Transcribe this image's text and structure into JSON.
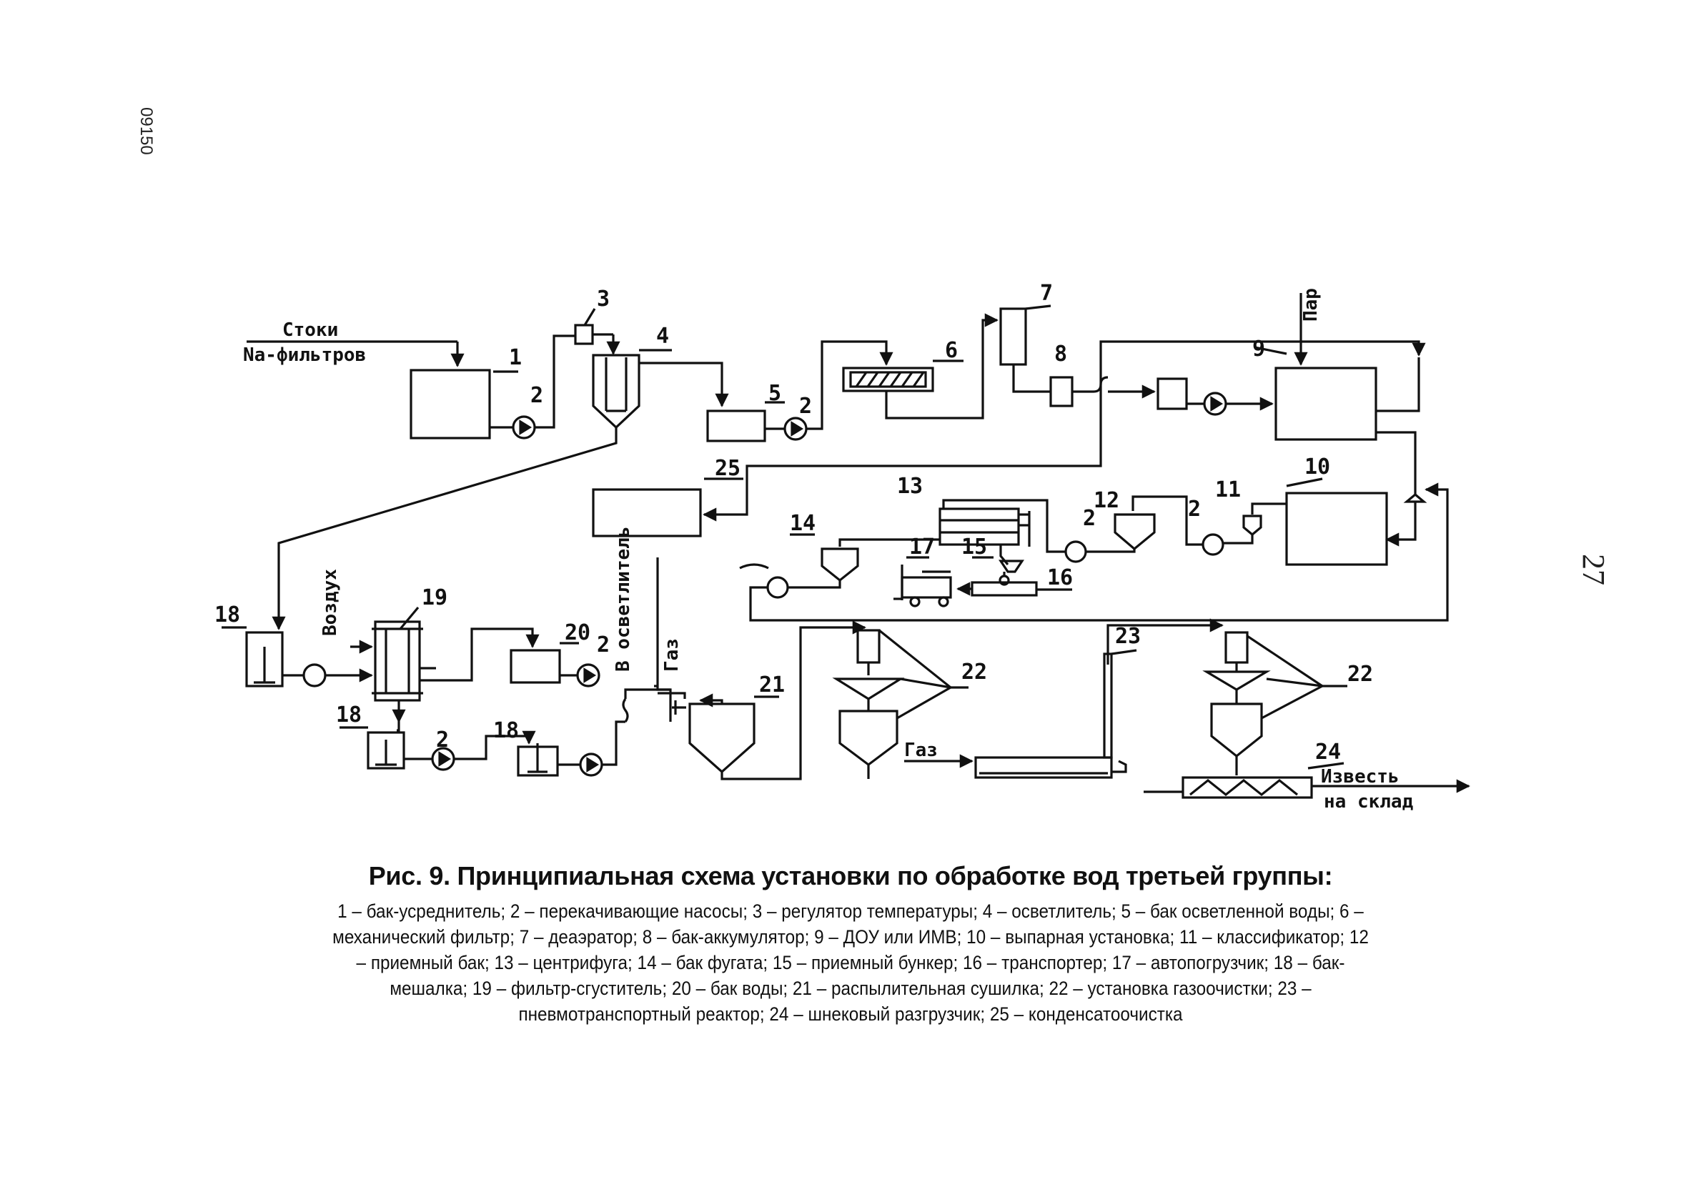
{
  "side_code": "09150",
  "page_number": "27",
  "diagram": {
    "labels": {
      "inflow_line1": "Стоки",
      "inflow_line2": "Na-фильтров",
      "steam": "Пар",
      "air": "Воздух",
      "clarified": "В осветлитель",
      "gas_vertical": "Газ",
      "gas_inlet": "Газ",
      "lime_line1": "Известь",
      "lime_line2": "на склад"
    },
    "numbers": [
      "1",
      "2",
      "3",
      "4",
      "5",
      "2",
      "6",
      "7",
      "8",
      "9",
      "10",
      "11",
      "2",
      "12",
      "2",
      "13",
      "14",
      "15",
      "16",
      "17",
      "25",
      "18",
      "19",
      "20",
      "2",
      "21",
      "22",
      "23",
      "22",
      "24",
      "18",
      "2",
      "18"
    ]
  },
  "caption": {
    "title": "Рис. 9. Принципиальная схема установки по обработке вод третьей группы:",
    "legend": "1 – бак-усреднитель; 2 – перекачивающие насосы; 3 – регулятор температуры; 4 – осветлитель; 5 – бак осветленной воды; 6 – механический фильтр; 7 – деаэратор; 8 – бак-аккумулятор; 9 – ДОУ или ИМВ; 10 – выпарная установка; 11 – классификатор; 12 – приемный бак; 13 – центрифуга; 14 – бак фугата; 15 – приемный бункер; 16 – транспортер; 17 – автопогрузчик; 18 – бак-мешалка; 19 – фильтр-сгуститель; 20 – бак воды; 21 – распылительная сушилка; 22 – установка газоочистки; 23 – пневмотранспортный реактор; 24 – шнековый разгрузчик; 25 – конденсатоочистка"
  }
}
